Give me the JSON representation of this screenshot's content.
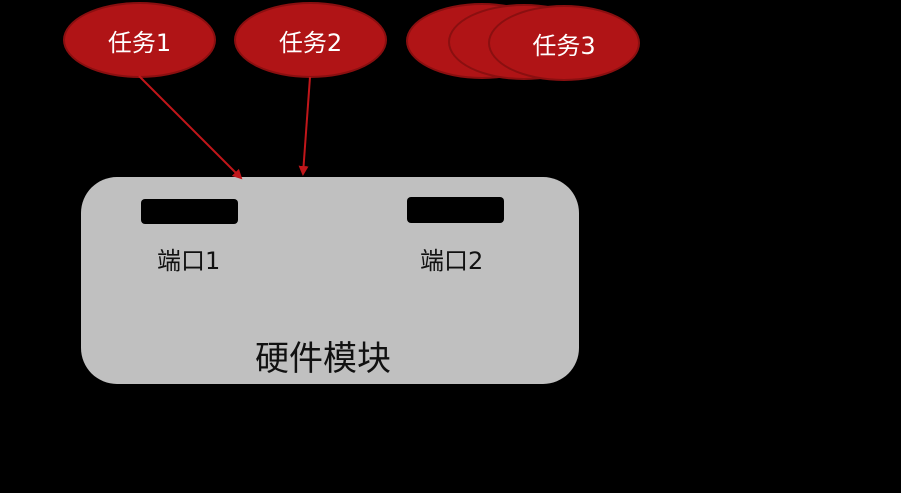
{
  "tasks": [
    {
      "label": "任务1"
    },
    {
      "label": "任务2"
    },
    {
      "label": "任务3"
    }
  ],
  "hardware_module": {
    "title": "硬件模块",
    "ports": [
      {
        "label": "端口1"
      },
      {
        "label": "端口2"
      }
    ]
  },
  "colors": {
    "task_fill": "#b01416",
    "arrow": "#c0161a",
    "module_fill": "#c0c0c0",
    "background": "#000000"
  }
}
